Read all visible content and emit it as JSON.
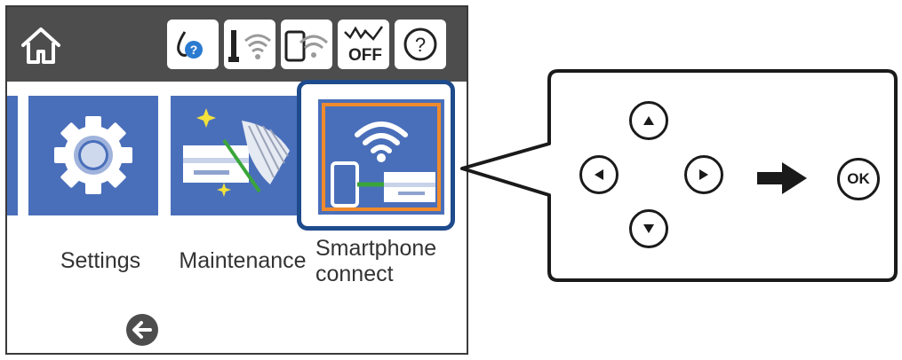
{
  "screen": {
    "topbar": {
      "status_icons": [
        "ink-drop-help-icon",
        "wired-lan-icon",
        "wifi-direct-icon",
        "wifi-off-icon",
        "help-icon"
      ],
      "wifi_off_text": "OFF",
      "help_symbol": "?"
    },
    "tiles": [
      {
        "name": "settings",
        "label": "Settings"
      },
      {
        "name": "maintenance",
        "label": "Maintenance"
      },
      {
        "name": "smartphone-connect",
        "label_line1": "Smartphone",
        "label_line2": "connect",
        "selected": true
      }
    ],
    "colors": {
      "tile": "#4a6fba",
      "selection_frame": "#1e4b8c",
      "selection_inner": "#f08a2c",
      "topbar": "#4d4d4d"
    }
  },
  "control_panel": {
    "buttons": [
      "up",
      "left",
      "right",
      "down"
    ],
    "ok_label": "OK",
    "arrow": "next-step-arrow-icon"
  }
}
